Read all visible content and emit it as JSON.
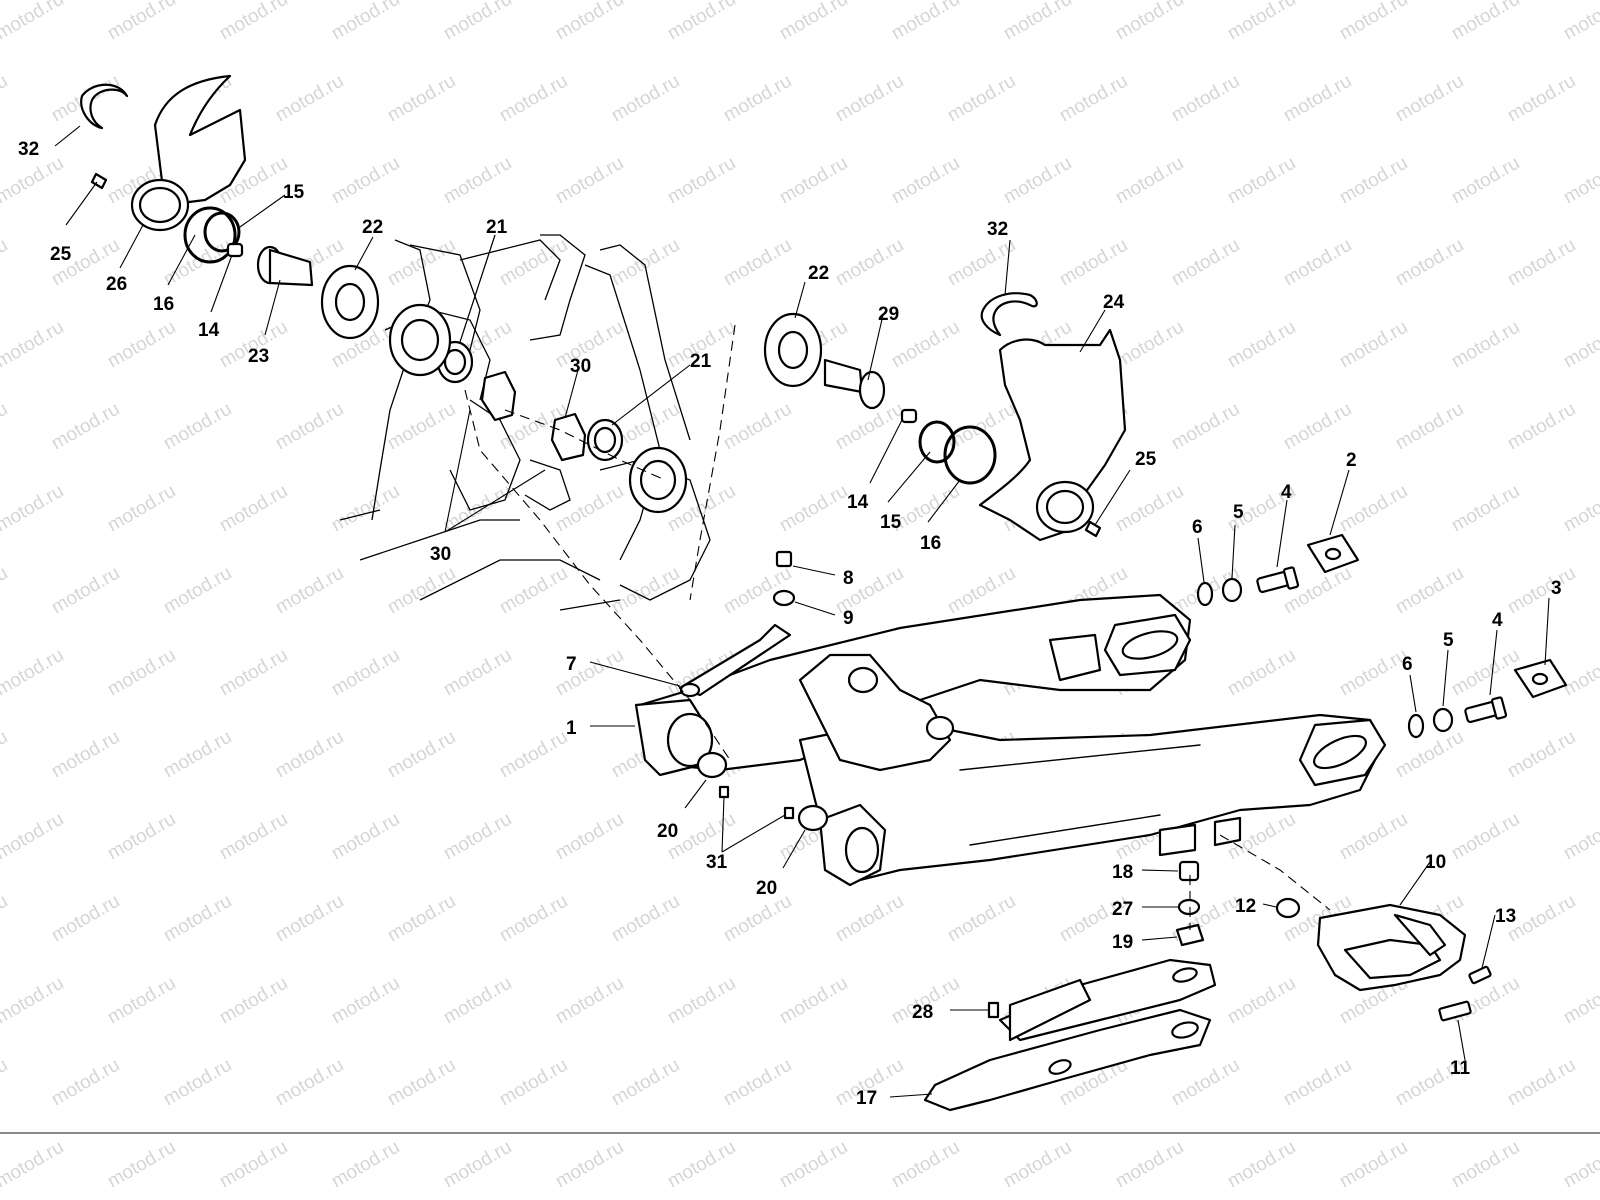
{
  "watermark": "motod.ru",
  "callouts": [
    {
      "id": "c32a",
      "label": "32"
    },
    {
      "id": "c25a",
      "label": "25"
    },
    {
      "id": "c26",
      "label": "26"
    },
    {
      "id": "c16a",
      "label": "16"
    },
    {
      "id": "c15a",
      "label": "15"
    },
    {
      "id": "c14a",
      "label": "14"
    },
    {
      "id": "c23",
      "label": "23"
    },
    {
      "id": "c22a",
      "label": "22"
    },
    {
      "id": "c21a",
      "label": "21"
    },
    {
      "id": "c30a",
      "label": "30"
    },
    {
      "id": "c30b",
      "label": "30"
    },
    {
      "id": "c21b",
      "label": "21"
    },
    {
      "id": "c22b",
      "label": "22"
    },
    {
      "id": "c29",
      "label": "29"
    },
    {
      "id": "c14b",
      "label": "14"
    },
    {
      "id": "c15b",
      "label": "15"
    },
    {
      "id": "c16b",
      "label": "16"
    },
    {
      "id": "c32b",
      "label": "32"
    },
    {
      "id": "c24",
      "label": "24"
    },
    {
      "id": "c25b",
      "label": "25"
    },
    {
      "id": "c6a",
      "label": "6"
    },
    {
      "id": "c5a",
      "label": "5"
    },
    {
      "id": "c4a",
      "label": "4"
    },
    {
      "id": "c2",
      "label": "2"
    },
    {
      "id": "c3",
      "label": "3"
    },
    {
      "id": "c6b",
      "label": "6"
    },
    {
      "id": "c5b",
      "label": "5"
    },
    {
      "id": "c4b",
      "label": "4"
    },
    {
      "id": "c8",
      "label": "8"
    },
    {
      "id": "c9",
      "label": "9"
    },
    {
      "id": "c7",
      "label": "7"
    },
    {
      "id": "c1",
      "label": "1"
    },
    {
      "id": "c20a",
      "label": "20"
    },
    {
      "id": "c31",
      "label": "31"
    },
    {
      "id": "c20b",
      "label": "20"
    },
    {
      "id": "c18",
      "label": "18"
    },
    {
      "id": "c27",
      "label": "27"
    },
    {
      "id": "c19",
      "label": "19"
    },
    {
      "id": "c12",
      "label": "12"
    },
    {
      "id": "c10",
      "label": "10"
    },
    {
      "id": "c13",
      "label": "13"
    },
    {
      "id": "c11",
      "label": "11"
    },
    {
      "id": "c28",
      "label": "28"
    },
    {
      "id": "c17",
      "label": "17"
    }
  ]
}
